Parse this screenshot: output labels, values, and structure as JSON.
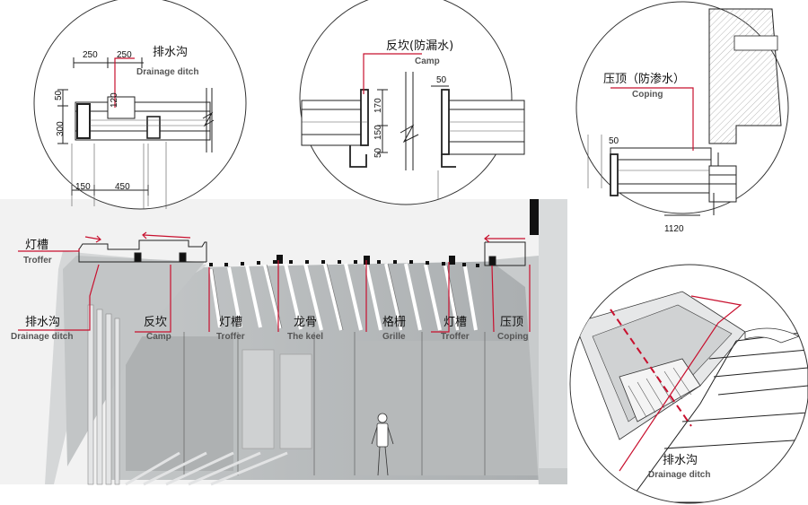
{
  "detail_1": {
    "dims": {
      "d250a": "250",
      "d250b": "250",
      "d50": "50",
      "d300": "300",
      "d120": "120",
      "d150": "150",
      "d450": "450"
    },
    "label": {
      "cn": "排水沟",
      "en": "Drainage ditch"
    }
  },
  "detail_2": {
    "dims": {
      "d50": "50",
      "d170": "170",
      "d150": "150",
      "d50b": "50"
    },
    "label": {
      "cn": "反坎(防漏水)",
      "en": "Camp"
    }
  },
  "detail_3": {
    "dims": {
      "d50": "50",
      "d1120": "1120"
    },
    "label": {
      "cn": "压顶（防渗水）",
      "en": "Coping"
    }
  },
  "detail_4": {
    "label": {
      "cn": "排水沟",
      "en": "Drainage ditch"
    }
  },
  "main": {
    "labels": {
      "troffer_left": {
        "cn": "灯槽",
        "en": "Troffer"
      },
      "drainage": {
        "cn": "排水沟",
        "en": "Drainage ditch"
      },
      "camp": {
        "cn": "反坎",
        "en": "Camp"
      },
      "troffer_mid": {
        "cn": "灯槽",
        "en": "Troffer"
      },
      "keel": {
        "cn": "龙骨",
        "en": "The keel"
      },
      "grille": {
        "cn": "格栅",
        "en": "Grille"
      },
      "troffer_right": {
        "cn": "灯槽",
        "en": "Troffer"
      },
      "coping": {
        "cn": "压顶",
        "en": "Coping"
      }
    }
  },
  "colors": {
    "leader": "#c8102e",
    "linework": "#222222",
    "wall": "#b9bcbd",
    "glass": "#c9cccd"
  }
}
